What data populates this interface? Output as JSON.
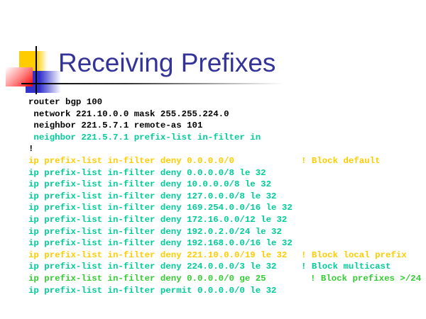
{
  "slide": {
    "title": "Receiving Prefixes",
    "colors": {
      "title": "#333399",
      "teal": "#00cc99",
      "gold": "#ffcc00",
      "green": "#33cc33"
    },
    "lines": [
      {
        "code": "router bgp 100",
        "comment": null
      },
      {
        "code": " network 221.10.0.0 mask 255.255.224.0",
        "comment": null
      },
      {
        "code": " neighbor 221.5.7.1 remote-as 101",
        "comment": null
      },
      {
        "code": " neighbor 221.5.7.1 prefix-list in-filter in",
        "comment": null
      },
      {
        "code": "!",
        "comment": null
      },
      {
        "code": "ip prefix-list in-filter deny 0.0.0.0/0",
        "comment": "! Block default"
      },
      {
        "code": "ip prefix-list in-filter deny 0.0.0.0/8 le 32",
        "comment": null
      },
      {
        "code": "ip prefix-list in-filter deny 10.0.0.0/8 le 32",
        "comment": null
      },
      {
        "code": "ip prefix-list in-filter deny 127.0.0.0/8 le 32",
        "comment": null
      },
      {
        "code": "ip prefix-list in-filter deny 169.254.0.0/16 le 32",
        "comment": null
      },
      {
        "code": "ip prefix-list in-filter deny 172.16.0.0/12 le 32",
        "comment": null
      },
      {
        "code": "ip prefix-list in-filter deny 192.0.2.0/24 le 32",
        "comment": null
      },
      {
        "code": "ip prefix-list in-filter deny 192.168.0.0/16 le 32",
        "comment": null
      },
      {
        "code": "ip prefix-list in-filter deny 221.10.0.0/19 le 32",
        "comment": "! Block local prefix"
      },
      {
        "code": "ip prefix-list in-filter deny 224.0.0.0/3 le 32",
        "comment": "! Block multicast"
      },
      {
        "code": "ip prefix-list in-filter deny 0.0.0.0/0 ge 25",
        "comment": "! Block prefixes >/24"
      },
      {
        "code": "ip prefix-list in-filter permit 0.0.0.0/0 le 32",
        "comment": null
      }
    ]
  }
}
